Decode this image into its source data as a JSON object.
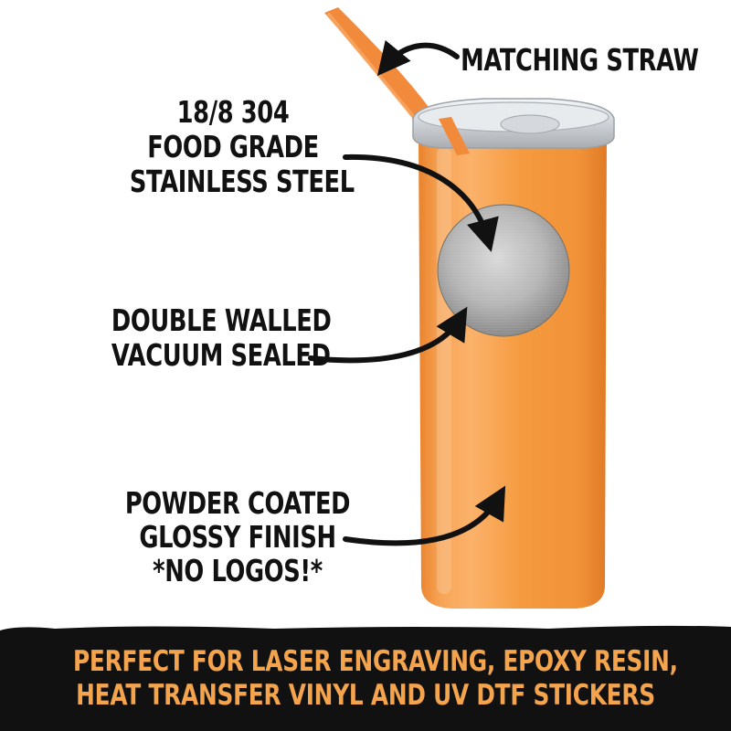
{
  "callouts": {
    "straw": [
      "MATCHING STRAW"
    ],
    "steel": [
      "18/8 304",
      "FOOD GRADE",
      "STAINLESS STEEL"
    ],
    "walled": [
      "DOUBLE WALLED",
      "VACUUM SEALED"
    ],
    "coated": [
      "POWDER COATED",
      "GLOSSY FINISH",
      "*NO LOGOS!*"
    ]
  },
  "banner": {
    "line1": "PERFECT FOR LASER ENGRAVING, EPOXY RESIN,",
    "line2": "HEAT TRANSFER VINYL AND UV DTF STICKERS"
  },
  "colors": {
    "tumbler": "#f59a3f",
    "straw": "#f28a3c",
    "banner_bg": "#111111",
    "banner_text": "#f4a44d",
    "label_text": "#111111"
  }
}
